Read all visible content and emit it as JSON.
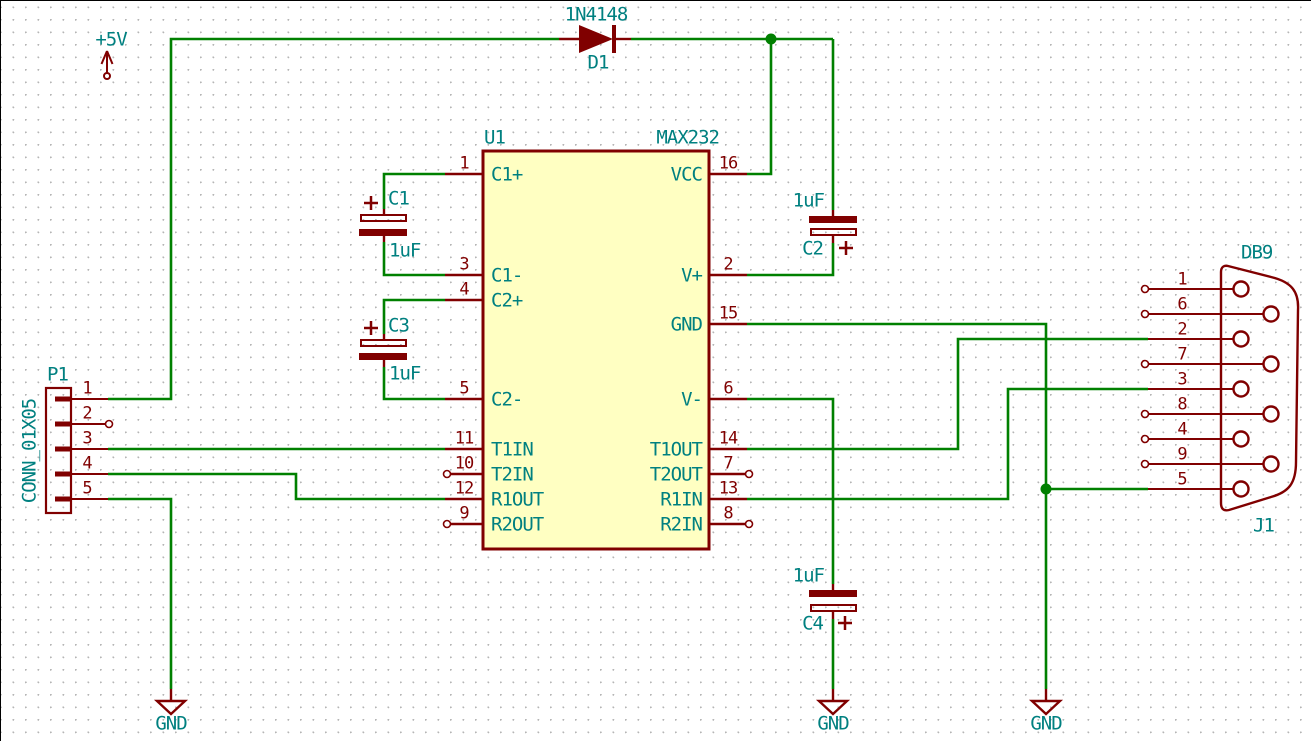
{
  "colors": {
    "wire": "#008000",
    "outline": "#800000",
    "text": "#008080",
    "chip_fill": "#FFFFC2"
  },
  "components": {
    "power5v": {
      "label": "+5V"
    },
    "d1": {
      "ref": "D1",
      "value": "1N4148"
    },
    "u1": {
      "ref": "U1",
      "value": "MAX232",
      "left_pins": [
        {
          "num": "1",
          "name": "C1+"
        },
        {
          "num": "3",
          "name": "C1-"
        },
        {
          "num": "4",
          "name": "C2+"
        },
        {
          "num": "5",
          "name": "C2-"
        },
        {
          "num": "11",
          "name": "T1IN"
        },
        {
          "num": "10",
          "name": "T2IN"
        },
        {
          "num": "12",
          "name": "R1OUT"
        },
        {
          "num": "9",
          "name": "R2OUT"
        }
      ],
      "right_pins": [
        {
          "num": "16",
          "name": "VCC"
        },
        {
          "num": "2",
          "name": "V+"
        },
        {
          "num": "15",
          "name": "GND"
        },
        {
          "num": "6",
          "name": "V-"
        },
        {
          "num": "14",
          "name": "T1OUT"
        },
        {
          "num": "7",
          "name": "T2OUT"
        },
        {
          "num": "13",
          "name": "R1IN"
        },
        {
          "num": "8",
          "name": "R2IN"
        }
      ]
    },
    "c1": {
      "ref": "C1",
      "value": "1uF"
    },
    "c2": {
      "ref": "C2",
      "value": "1uF"
    },
    "c3": {
      "ref": "C3",
      "value": "1uF"
    },
    "c4": {
      "ref": "C4",
      "value": "1uF"
    },
    "p1": {
      "ref": "P1",
      "value": "CONN_01X05",
      "pins": [
        "1",
        "2",
        "3",
        "4",
        "5"
      ]
    },
    "j1": {
      "ref": "J1",
      "value": "DB9",
      "pins": [
        "1",
        "6",
        "2",
        "7",
        "3",
        "8",
        "4",
        "9",
        "5"
      ]
    },
    "gnd1": {
      "label": "GND"
    },
    "gnd2": {
      "label": "GND"
    },
    "gnd3": {
      "label": "GND"
    }
  }
}
